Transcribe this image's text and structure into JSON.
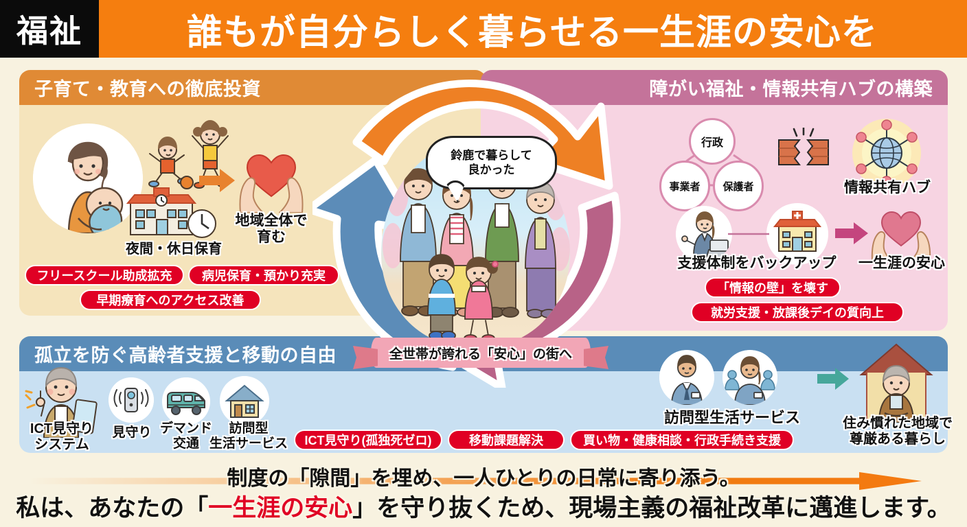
{
  "header": {
    "tag": "福祉",
    "title": "誰もが自分らしく暮らせる一生涯の安心を",
    "tag_bg": "#000000",
    "bar_bg": "#F57E0F"
  },
  "panels": {
    "kosodate": {
      "title": "子育て・教育への徹底投資",
      "head_color": "#E08A35",
      "body_color": "#F5E4BC",
      "captions": [
        {
          "text": "夜間・休日保育"
        },
        {
          "text": "地域全体で\n育む",
          "line1": "地域全体で",
          "line2": "育む"
        }
      ],
      "badges": [
        "フリースクール助成拡充",
        "病児保育・預かり充実",
        "早期療育へのアクセス改善"
      ]
    },
    "shougai": {
      "title": "障がい福祉・情報共有ハブの構築",
      "head_color": "#C4739A",
      "body_color": "#F7D4E2",
      "nodes": [
        "行政",
        "事業者",
        "保護者"
      ],
      "captions": [
        {
          "text": "情報共有ハブ"
        },
        {
          "text": "支援体制をバックアップ"
        },
        {
          "text": "一生涯の安心"
        }
      ],
      "badges": [
        "「情報の壁」を壊す",
        "就労支援・放課後デイの質向上"
      ]
    },
    "kourei": {
      "title": "孤立を防ぐ高齢者支援と移動の自由",
      "head_color": "#5A8CB8",
      "body_color": "#C9E0F2",
      "captions": [
        {
          "line1": "ICT見守り",
          "line2": "システム"
        },
        {
          "line1": "見守り",
          "line2": ""
        },
        {
          "line1": "デマンド",
          "line2": "交通"
        },
        {
          "line1": "訪問型",
          "line2": "生活サービス"
        },
        {
          "line1": "訪問型生活サービス",
          "line2": ""
        },
        {
          "line1": "住み慣れた地域で",
          "line2": "尊厳ある暮らし"
        }
      ],
      "badges": [
        "ICT見守り(孤独死ゼロ)",
        "移動課題解決",
        "買い物・健康相談・行政手続き支援"
      ]
    }
  },
  "center": {
    "bubble_line1": "鈴鹿で暮らして",
    "bubble_line2": "良かった",
    "ribbon": "全世帯が誇れる「安心」の街へ"
  },
  "footer": {
    "line1": "制度の「隙間」を埋め、一人ひとりの日常に寄り添う。",
    "line2_before": "私は、あなたの「",
    "line2_highlight": "一生涯の安心",
    "line2_after": "」を守り抜くため、現場主義の福祉改革に邁進します。",
    "highlight_color": "#E00024"
  }
}
